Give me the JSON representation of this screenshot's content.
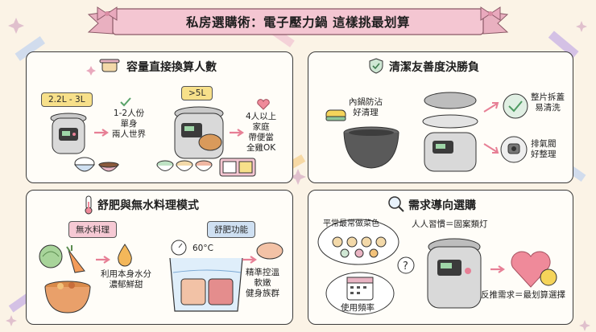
{
  "title": "私房選購術：電子壓力鍋 這樣挑最划算",
  "panels": {
    "capacity": {
      "title": "容量直接換算人數",
      "small_tag": "2.2L - 3L",
      "small_desc": [
        "1-2人份",
        "單身",
        "兩人世界"
      ],
      "large_tag": ">5L",
      "large_desc": [
        "4人以上",
        "家庭",
        "帶便當",
        "全雞OK"
      ]
    },
    "cleaning": {
      "title": "清潔友善度決勝負",
      "inner_pot": [
        "內鍋防沾",
        "好清理"
      ],
      "lid": [
        "整片拆蓋",
        "易清洗"
      ],
      "valve": [
        "排氣閥",
        "好整理"
      ]
    },
    "modes": {
      "title": "舒肥與無水料理模式",
      "waterless_tag": "無水料理",
      "waterless_desc": [
        "利用本身水分",
        "濃郁鮮甜"
      ],
      "sousvide_tag": "舒肥功能",
      "temp": "60°C",
      "sousvide_desc": [
        "精準控溫",
        "軟嫩",
        "健身族群"
      ]
    },
    "needs": {
      "title": "需求導向選購",
      "dishes": "平常最常做菜色",
      "habit": "人人習慣＝固案類灯",
      "frequency": "使用頻率",
      "conclusion": "反推需求＝最划算選擇"
    }
  },
  "colors": {
    "ribbon": "#f4c6d2",
    "tag_yellow": "#f7e08a",
    "tag_pink": "#f6c9d4",
    "tag_blue": "#cfe0f2",
    "heart": "#ef8a9a",
    "arrow": "#e77f95"
  }
}
